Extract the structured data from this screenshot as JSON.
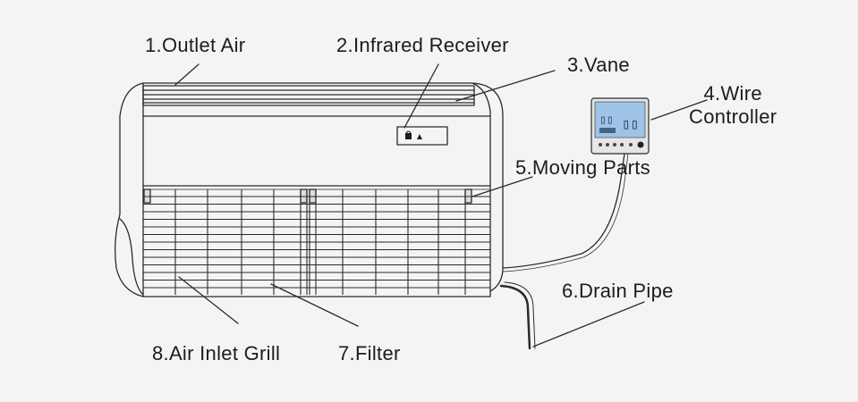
{
  "labels": {
    "outlet_air": "1.Outlet Air",
    "infrared_receiver": "2.Infrared Receiver",
    "vane": "3.Vane",
    "wire_controller_line1": "4.Wire",
    "wire_controller_line2": "Controller",
    "moving_parts": "5.Moving Parts",
    "drain_pipe": "6.Drain Pipe",
    "filter": "7.Filter",
    "air_inlet_grill": "8.Air Inlet Grill"
  },
  "colors": {
    "background": "#f4f4f4",
    "line": "#2a2a2a",
    "screen": "#9fc3e6",
    "text": "#1c1c1c"
  }
}
